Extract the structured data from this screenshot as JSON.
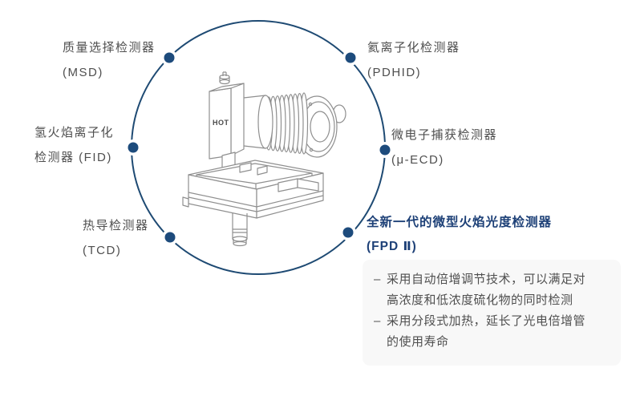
{
  "colors": {
    "ring": "#1e4a73",
    "dot": "#1d4b7c",
    "label_text": "#4f4f4f",
    "accent_blue": "#1d4077",
    "panel_bg": "#f8f8f8",
    "drawing_stroke": "#8f8f8f"
  },
  "device": {
    "label": "HOT"
  },
  "detectors": [
    {
      "id": "msd",
      "line1": "质量选择检测器",
      "line2": "(MSD)"
    },
    {
      "id": "pdhid",
      "line1": "氦离子化检测器",
      "line2": "(PDHID)"
    },
    {
      "id": "fid",
      "line1": "氢火焰离子化",
      "line2": "检测器 (FID)"
    },
    {
      "id": "uecd",
      "line1": "微电子捕获检测器",
      "line2": "(μ-ECD)"
    },
    {
      "id": "tcd",
      "line1": "热导检测器",
      "line2": "(TCD)"
    }
  ],
  "featured": {
    "title_line1": "全新一代的微型火焰光度检测器",
    "title_line2": "(FPD Ⅱ)",
    "bullet_dash": "–",
    "bullets": [
      "采用自动倍增调节技术，可以满足对高浓度和低浓度硫化物的同时检测",
      "采用分段式加热，延长了光电倍增管的使用寿命"
    ]
  }
}
